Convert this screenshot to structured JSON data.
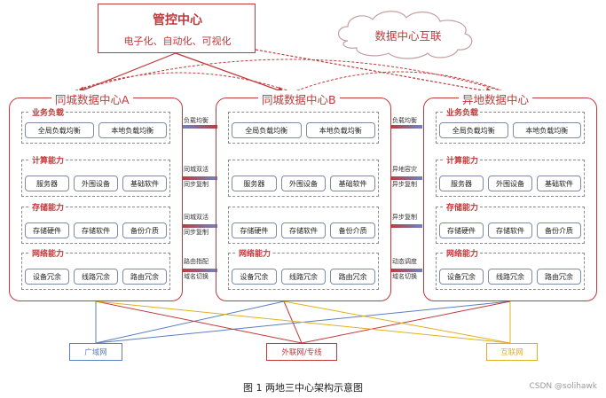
{
  "control_center": {
    "title": "管控中心",
    "subtitle": "电子化、自动化、可视化"
  },
  "cloud_label": "数据中心互联",
  "data_centers": [
    {
      "title": "同城数据中心A",
      "groups": [
        {
          "title": "业务负载",
          "items": [
            "全局负载均衡",
            "本地负载均衡"
          ]
        },
        {
          "title": "计算能力",
          "items": [
            "服务器",
            "外围设备",
            "基础软件"
          ]
        },
        {
          "title": "存储能力",
          "items": [
            "存储硬件",
            "存储软件",
            "备份介质"
          ]
        },
        {
          "title": "网络能力",
          "items": [
            "设备冗余",
            "线路冗余",
            "路由冗余"
          ]
        }
      ]
    },
    {
      "title": "同城数据中心B",
      "groups": [
        {
          "title": "",
          "items": [
            "全局负载均衡",
            "本地负载均衡"
          ]
        },
        {
          "title": "",
          "items": [
            "服务器",
            "外围设备",
            "基础软件"
          ]
        },
        {
          "title": "",
          "items": [
            "存储硬件",
            "存储软件",
            "备份介质"
          ]
        },
        {
          "title": "网络能力",
          "items": [
            "设备冗余",
            "线路冗余",
            "路由冗余"
          ]
        }
      ]
    },
    {
      "title": "异地数据中心",
      "groups": [
        {
          "title": "业务负载",
          "items": [
            "全局负载均衡",
            "本地负载均衡"
          ]
        },
        {
          "title": "计算能力",
          "items": [
            "服务器",
            "外围设备",
            "基础软件"
          ]
        },
        {
          "title": "存储能力",
          "items": [
            "存储硬件",
            "存储软件",
            "备份介质"
          ]
        },
        {
          "title": "网络能力",
          "items": [
            "设备冗余",
            "线路冗余",
            "路由冗余"
          ]
        }
      ]
    }
  ],
  "connectors_ab": [
    [
      "负载均衡"
    ],
    [
      "同城双活",
      "同步复制"
    ],
    [
      "同城双活",
      "同步复制"
    ],
    [
      "路由指配",
      "域名切换"
    ]
  ],
  "connectors_bc": [
    [
      "负载均衡"
    ],
    [
      "异地容灾",
      "异步复制"
    ],
    [
      "异步复制"
    ],
    [
      "动态调度",
      "域名切换"
    ]
  ],
  "networks": [
    {
      "label": "广域网",
      "color": "#5b7fbf"
    },
    {
      "label": "外联网/专线",
      "color": "#c0393b"
    },
    {
      "label": "互联网",
      "color": "#e0b020"
    }
  ],
  "caption": "图 1   两地三中心架构示意图",
  "watermark": "CSDN @solihawk"
}
